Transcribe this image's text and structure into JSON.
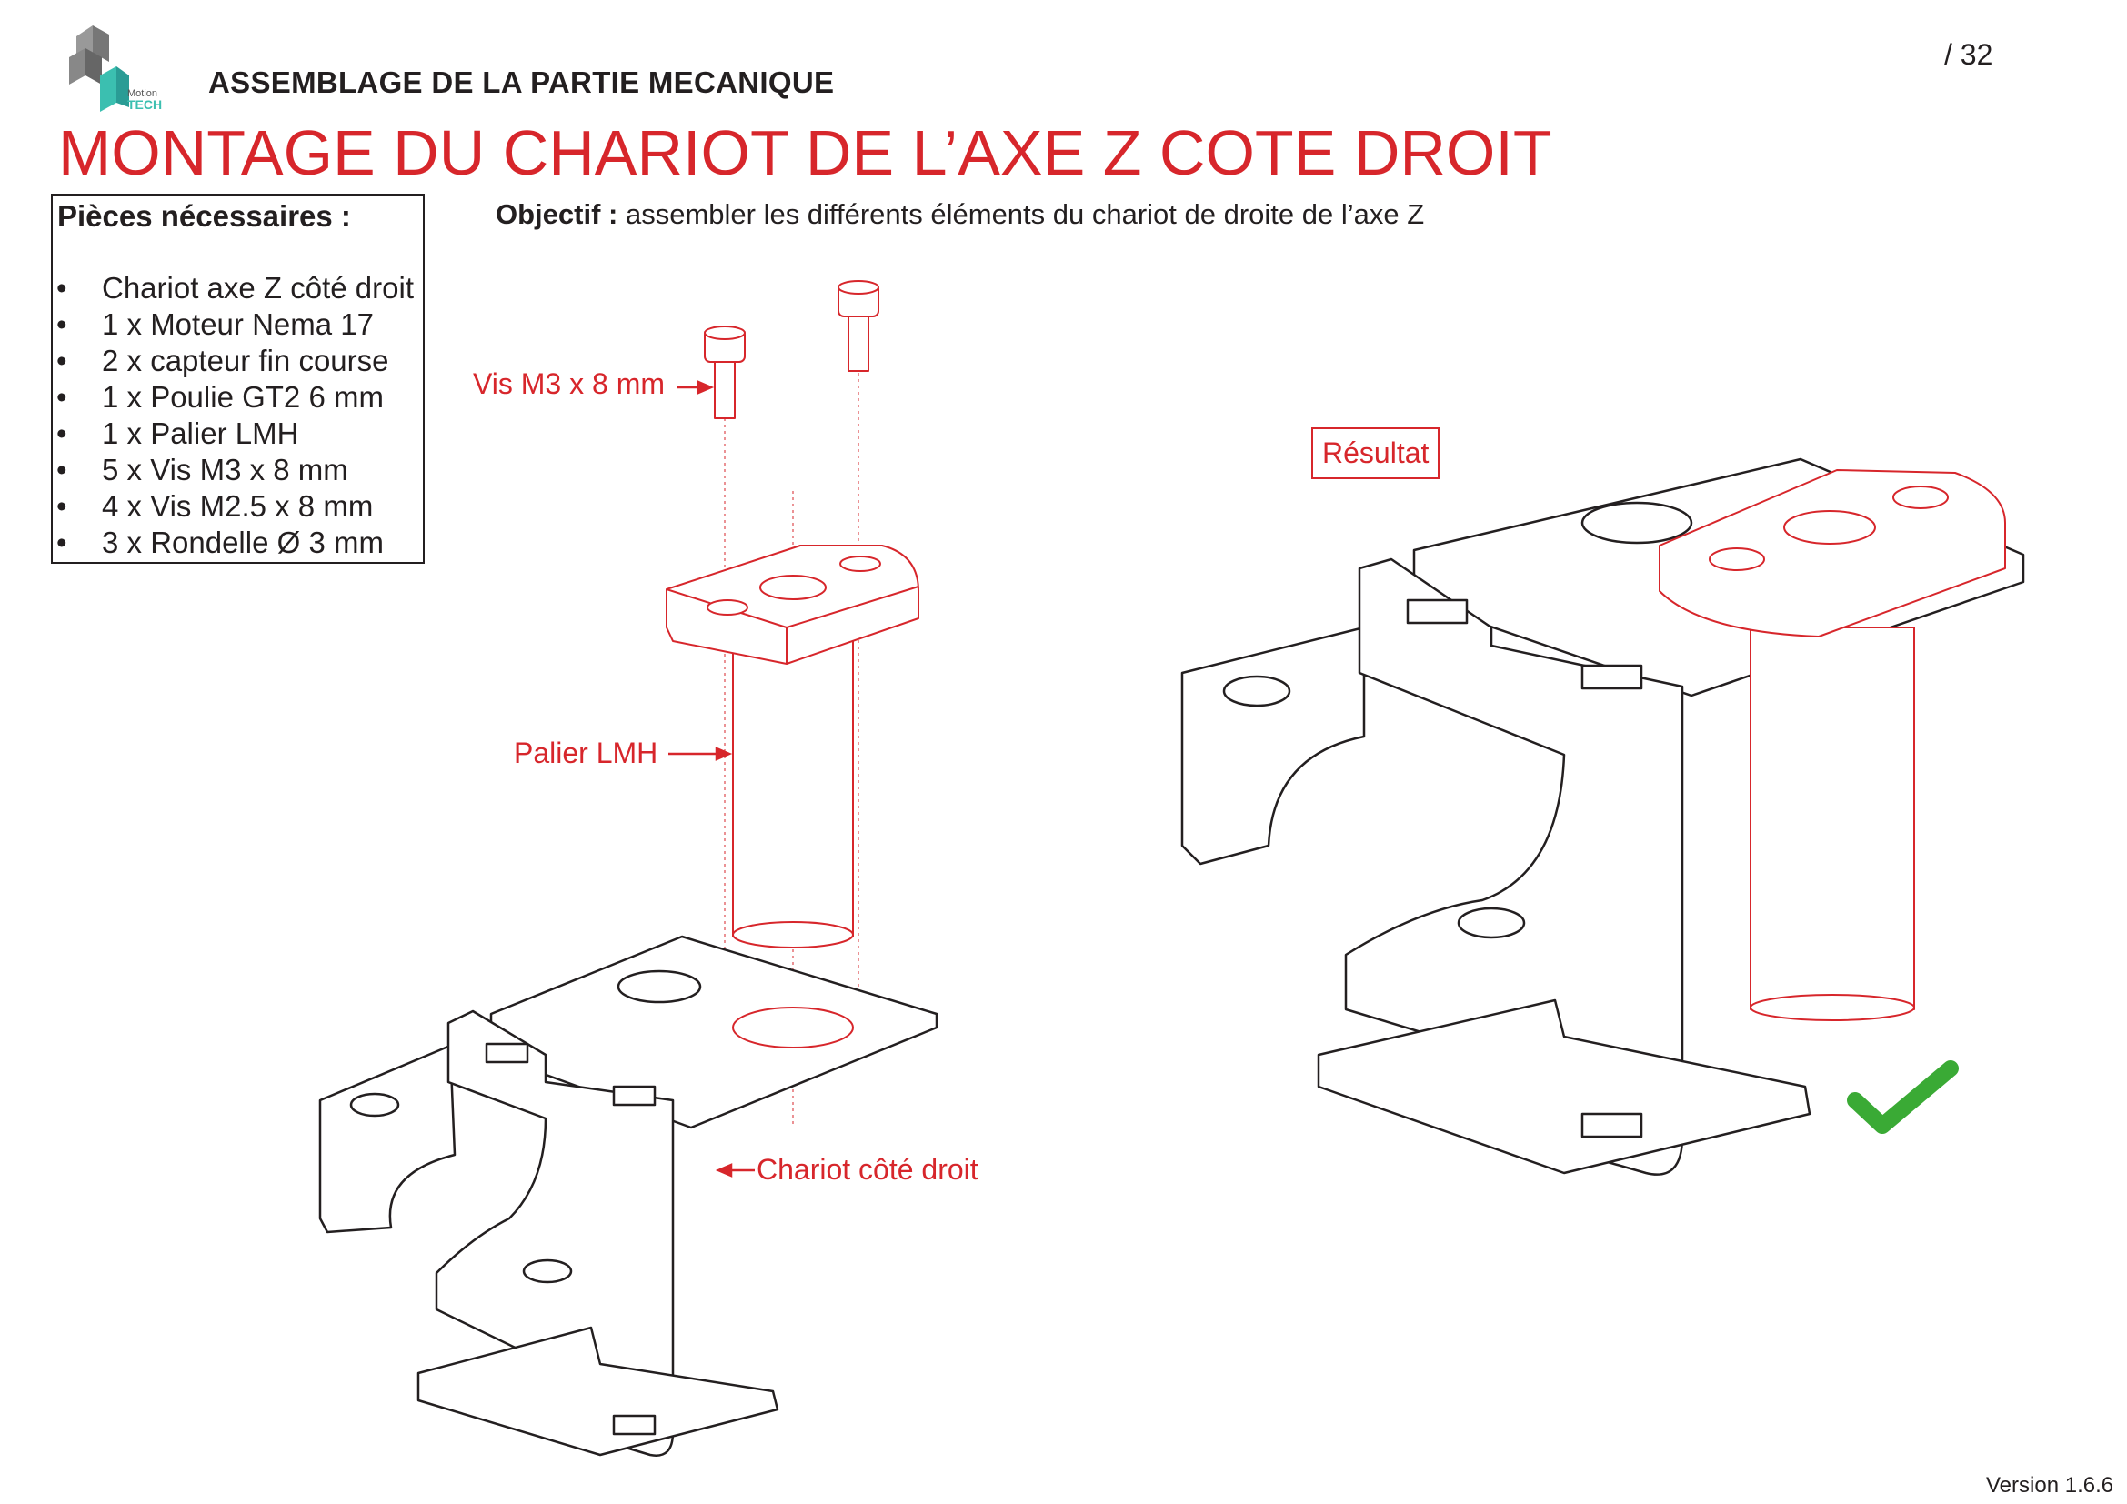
{
  "header": {
    "section": "ASSEMBLAGE DE LA PARTIE MECANIQUE",
    "title": "MONTAGE DU CHARIOT DE L’AXE Z COTE DROIT",
    "page_number": "/ 32",
    "logo_text": "Motion TECH"
  },
  "parts": {
    "heading": "Pièces nécessaires :",
    "items": [
      "Chariot axe Z côté droit",
      "1 x Moteur Nema 17",
      "2 x capteur fin course",
      "1 x Poulie GT2 6 mm",
      "1 x Palier LMH",
      "5 x Vis M3 x 8 mm",
      "4 x Vis M2.5 x 8 mm",
      "3 x Rondelle Ø 3 mm"
    ]
  },
  "objective": {
    "label": "Objectif :",
    "text": " assembler les différents éléments du chariot de droite de l’axe Z"
  },
  "callouts": {
    "screw": "Vis M3 x 8 mm",
    "bearing": "Palier LMH",
    "carriage": "Chariot côté droit",
    "result": "Résultat"
  },
  "colors": {
    "accent": "#d7262b",
    "check": "#3aaa35",
    "text": "#231f20"
  },
  "footer": {
    "version": "Version 1.6.6"
  }
}
